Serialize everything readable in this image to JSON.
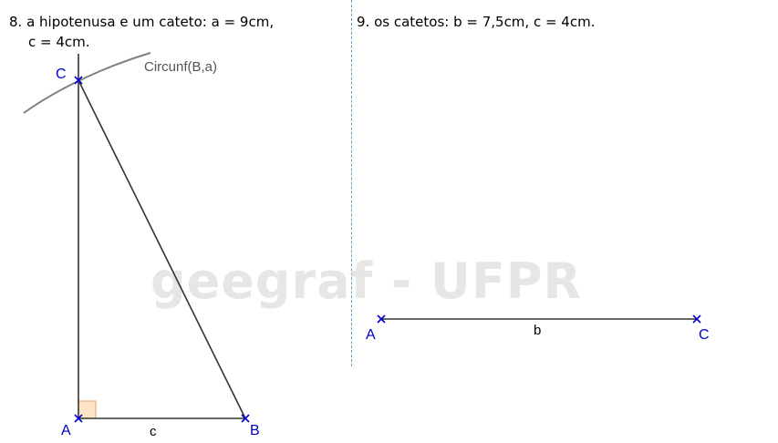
{
  "problem_8": {
    "line1": "8. a hipotenusa e um cateto: a = 9cm,",
    "line2": "c = 4cm."
  },
  "problem_9": {
    "text": "9. os catetos: b = 7,5cm, c = 4cm."
  },
  "watermark": "geegraf - UFPR",
  "figure_8": {
    "circle_label": "Circunf(B,a)",
    "point_labels": {
      "A": "A",
      "B": "B",
      "C": "C"
    },
    "side_labels": {
      "c": "c"
    }
  },
  "figure_9": {
    "point_labels": {
      "A": "A",
      "C": "C"
    },
    "side_labels": {
      "b": "b"
    }
  },
  "colors": {
    "point_marker": "#0000cc",
    "point_label": "#0000cc",
    "segment": "#333333",
    "circle_arc": "#808080",
    "right_angle_fill": "#fde3c8",
    "right_angle_stroke": "#e8a060",
    "divider": "#6f9ec4",
    "watermark": "#e6e6e6"
  }
}
